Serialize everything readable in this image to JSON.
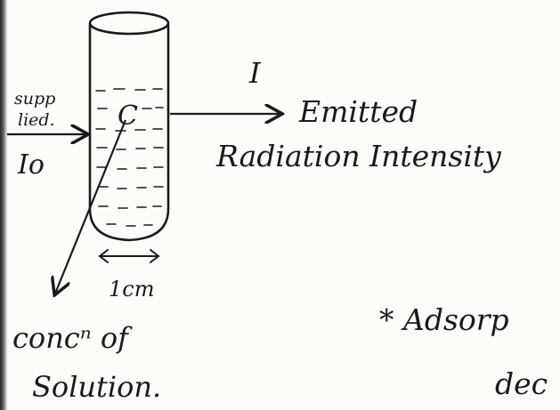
{
  "labels": {
    "intensity_i": "I",
    "emitted_line1": "Emitted",
    "emitted_line2": "Radiation Intensity",
    "supplied_line1": "supp",
    "supplied_line2": "lied.",
    "intensity_i0": "Io",
    "concentration_symbol": "C",
    "path_length": "1cm",
    "conc_line1": "concⁿ of",
    "conc_line2": "Solution.",
    "note_line1": "* Adsorp",
    "note_line2": "dec"
  },
  "colors": {
    "ink": "#1a1a1a",
    "paper": "#fbfbf8"
  }
}
